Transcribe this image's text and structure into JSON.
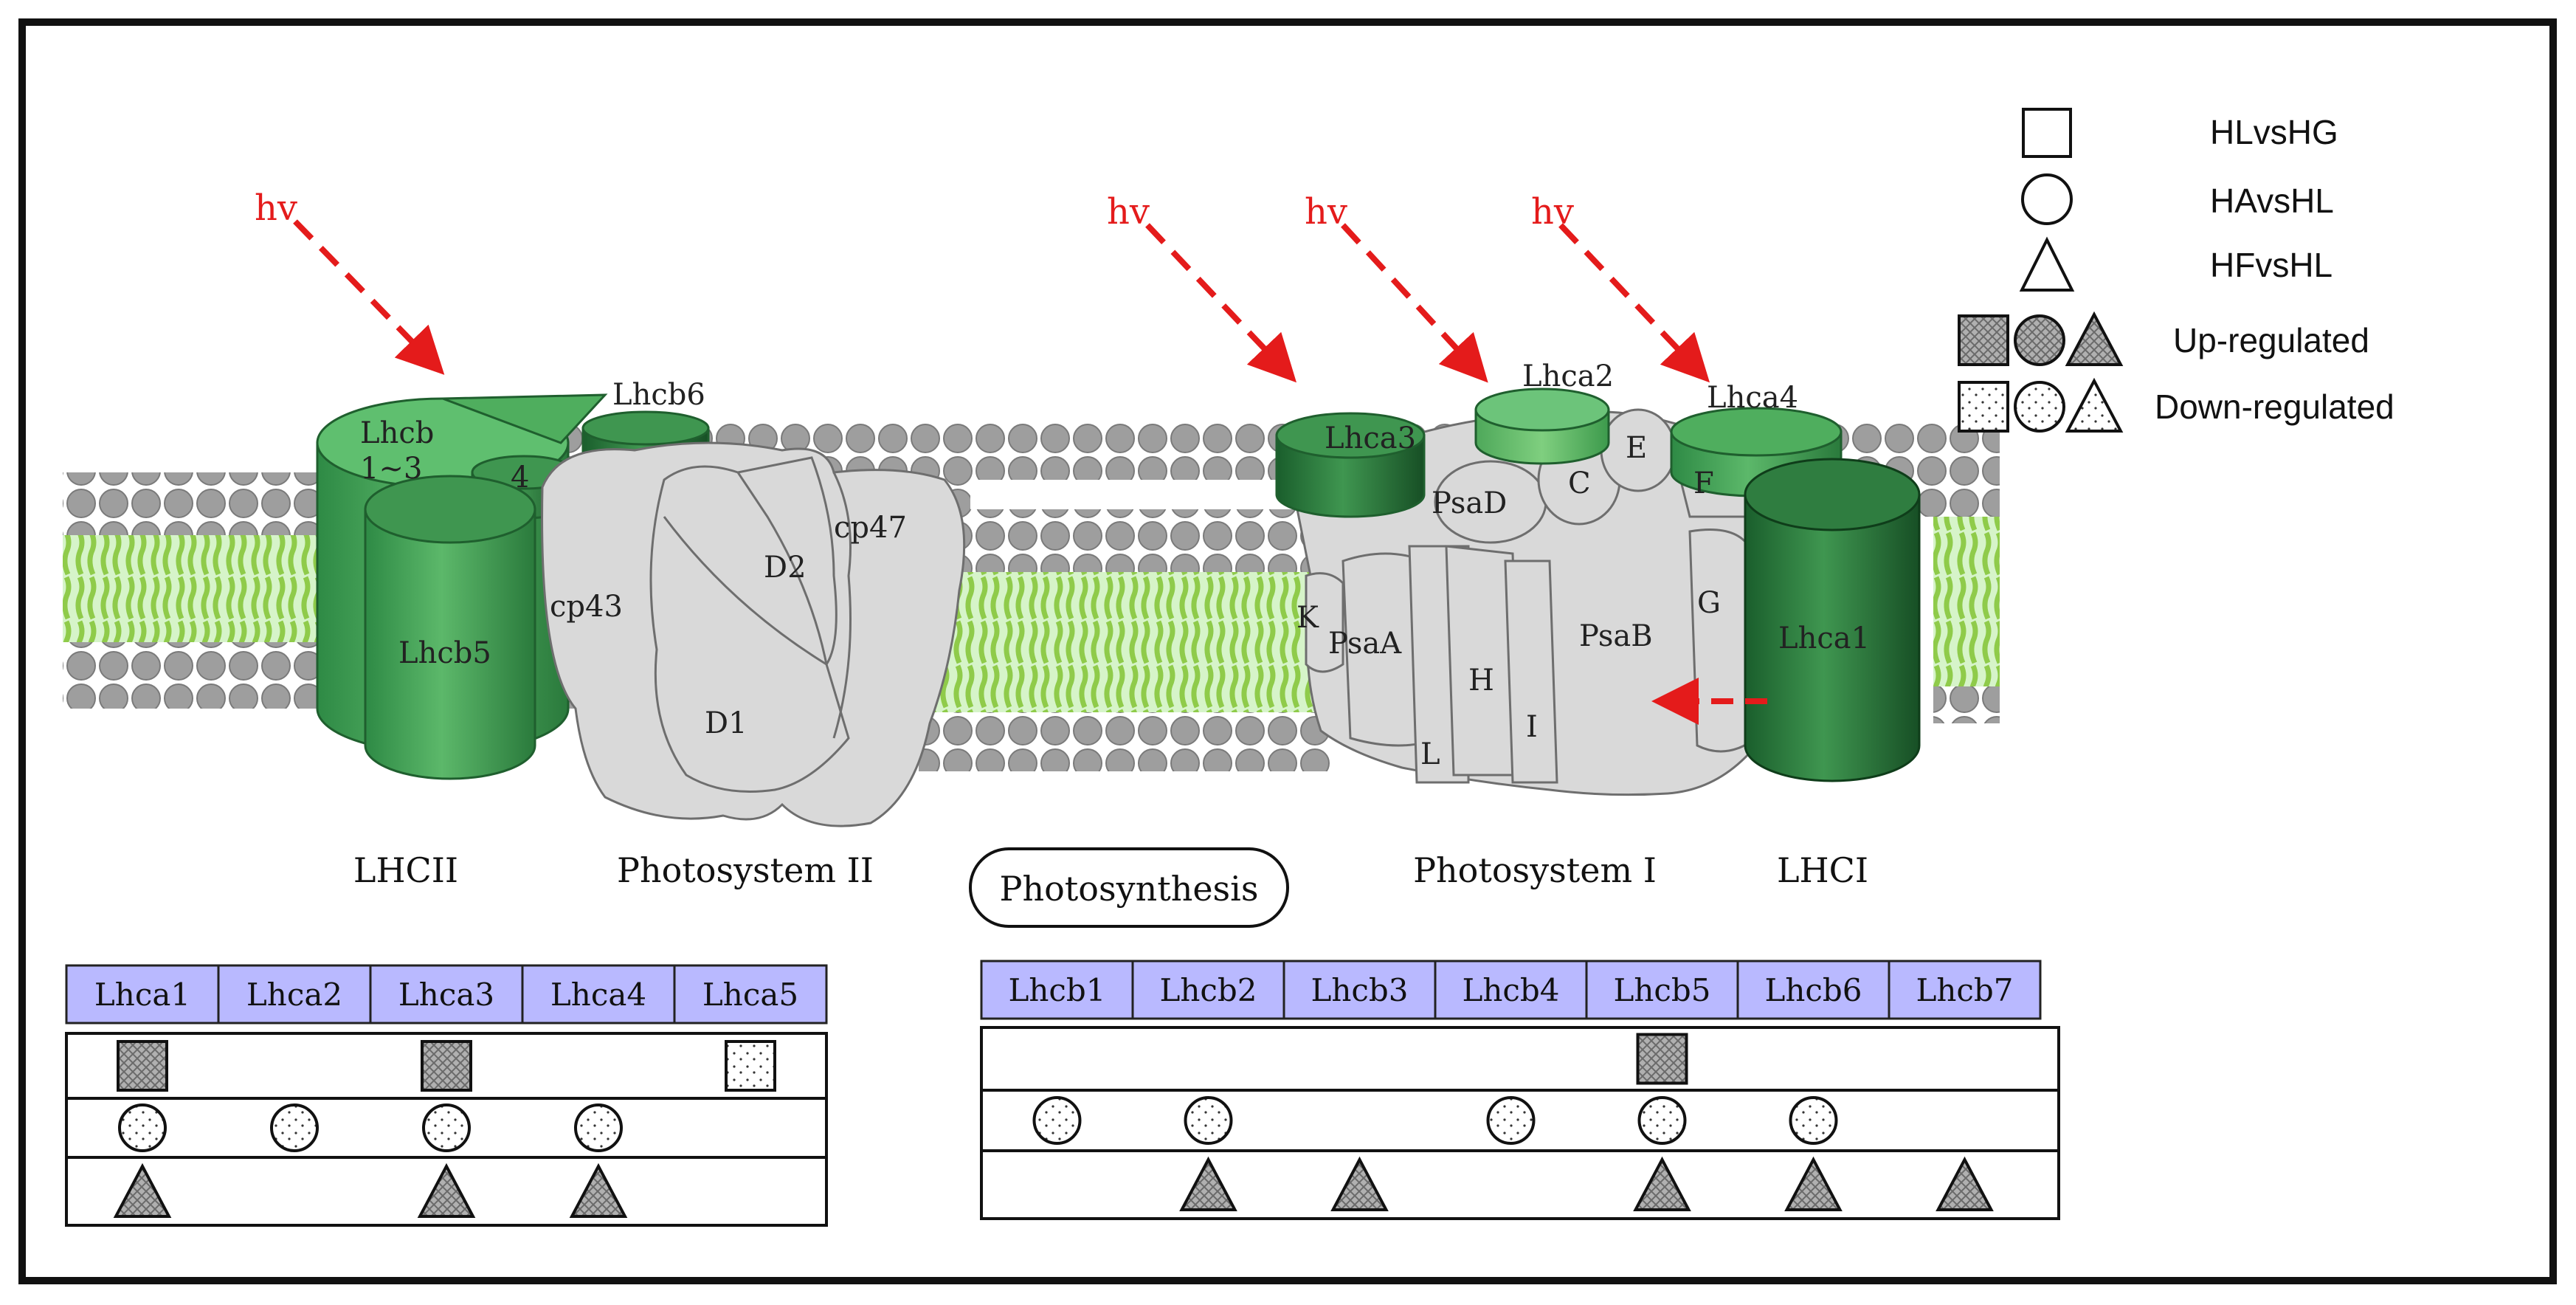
{
  "colors": {
    "frame": "#111111",
    "arrow": "#e41b1b",
    "protein_gray": "#d9d9d9",
    "protein_stroke": "#6e6e6e",
    "green_light": "#5fb55f",
    "green_mid": "#3f9650",
    "green_dark": "#1f6e34",
    "membrane_head": "#a0a0a0",
    "lipid_tail": "#8fcb4a",
    "lipid_bg": "#d6f4c9",
    "header_fill": "#b9b9ff",
    "marker_pattern": "#9a9a9a"
  },
  "light_label": "hv",
  "complex_labels": {
    "lhcii": "LHCII",
    "ps2": "Photosystem II",
    "ps1": "Photosystem I",
    "lhci": "LHCI"
  },
  "pathway_label": "Photosynthesis",
  "ps2_labels": {
    "lhcb13": "Lhcb",
    "lhcb13_sub": "1~3",
    "lhcb4": "4",
    "lhcb6": "Lhcb6",
    "lhcb5": "Lhcb5",
    "cp43": "cp43",
    "d2": "D2",
    "cp47": "cp47",
    "d1": "D1"
  },
  "ps1_labels": {
    "lhca3": "Lhca3",
    "lhca2": "Lhca2",
    "lhca4": "Lhca4",
    "lhca1": "Lhca1",
    "psad": "PsaD",
    "c": "C",
    "e": "E",
    "f": "F",
    "k": "K",
    "psaa": "PsaA",
    "psab": "PsaB",
    "g": "G",
    "h": "H",
    "l": "L",
    "i": "I"
  },
  "legend": {
    "items": [
      {
        "symbol": "square",
        "label": "HLvsHG"
      },
      {
        "symbol": "circle",
        "label": "HAvsHL"
      },
      {
        "symbol": "triangle",
        "label": "HFvsHL"
      },
      {
        "symbol": "filled-set",
        "label": "Up-regulated"
      },
      {
        "symbol": "dotted-set",
        "label": "Down-regulated"
      }
    ]
  },
  "table_lhca": {
    "genes": [
      "Lhca1",
      "Lhca2",
      "Lhca3",
      "Lhca4",
      "Lhca5"
    ],
    "rows": {
      "square": [
        "up",
        "",
        "up",
        "",
        "down"
      ],
      "circle": [
        "down",
        "down",
        "down",
        "down",
        ""
      ],
      "triangle": [
        "up",
        "",
        "up",
        "up",
        ""
      ]
    }
  },
  "table_lhcb": {
    "genes": [
      "Lhcb1",
      "Lhcb2",
      "Lhcb3",
      "Lhcb4",
      "Lhcb5",
      "Lhcb6",
      "Lhcb7"
    ],
    "rows": {
      "square": [
        "",
        "",
        "",
        "",
        "up",
        "",
        ""
      ],
      "circle": [
        "down",
        "down",
        "",
        "down",
        "down",
        "down",
        ""
      ],
      "triangle": [
        "",
        "up",
        "up",
        "",
        "up",
        "up",
        "up"
      ]
    }
  }
}
